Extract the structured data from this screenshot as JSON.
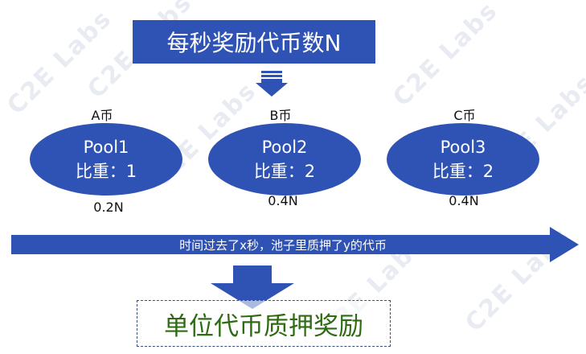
{
  "title": "每秒奖励代币数N",
  "pools": [
    {
      "coin": "A币",
      "name": "Pool1",
      "weight": "比重：1",
      "reward": "0.2N"
    },
    {
      "coin": "B币",
      "name": "Pool2",
      "weight": "比重：2",
      "reward": "0.4N"
    },
    {
      "coin": "C币",
      "name": "Pool3",
      "weight": "比重：2",
      "reward": "0.4N"
    }
  ],
  "timeline_text": "时间过去了x秒，池子里质押了y的代币",
  "result": "单位代币质押奖励",
  "watermark": "C2E Labs",
  "colors": {
    "primary": "#2f52b5",
    "result_text": "#2e6b12"
  }
}
